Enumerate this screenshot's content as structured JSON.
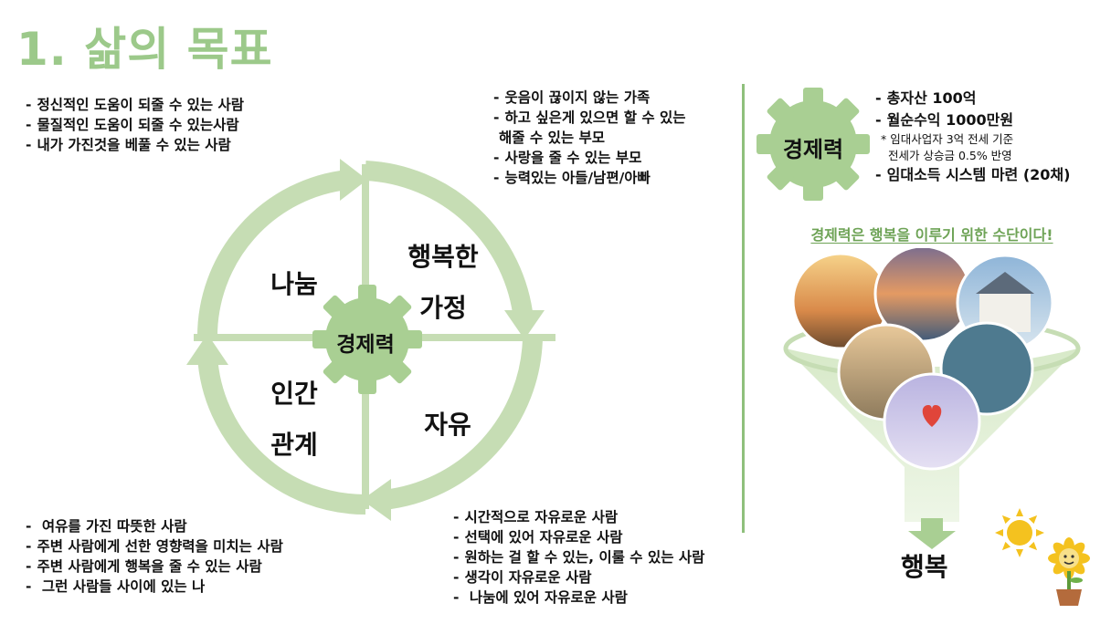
{
  "title": "1. 삶의 목표",
  "center_gear": "경제력",
  "quadrants": {
    "top_left": "나눔",
    "top_right": [
      "행복한",
      "가정"
    ],
    "bottom_left": [
      "인간",
      "관계"
    ],
    "bottom_right": "자유"
  },
  "lists": {
    "sharing": [
      "정신적인 도움이 되줄 수 있는 사람",
      "물질적인 도움이 되줄 수 있는사람",
      "내가 가진것을 베풀 수 있는 사람"
    ],
    "family": [
      "웃음이 끊이지 않는 가족",
      "하고 싶은게 있으면 할 수 있는",
      "해줄 수 있는 부모",
      "사랑을 줄 수 있는 부모",
      "능력있는 아들/남편/아빠"
    ],
    "relations": [
      " 여유를 가진  따뜻한 사람",
      "주변 사람에게 선한 영향력을 미치는 사람",
      "주변 사람에게 행복을 줄 수 있는 사람",
      " 그런 사람들 사이에 있는 나"
    ],
    "freedom": [
      "시간적으로 자유로운 사람",
      "선택에 있어 자유로운 사람",
      "원하는 걸 할 수 있는, 이룰 수 있는 사람",
      "생각이 자유로운 사람",
      " 나눔에 있어 자유로운 사람"
    ]
  },
  "dash": "-",
  "economy": {
    "gear_label": "경제력",
    "goals": [
      "총자산 100억",
      "월순수익 1000만원"
    ],
    "note_lines": [
      "* 임대사업자 3억 전세 기준",
      "전세가 상승금 0.5% 반영"
    ],
    "goal_last": "임대소득 시스템 마련 (20채)"
  },
  "slogan": "경제력은 행복을 이루기 위한 수단이다!",
  "result": "행복",
  "colors": {
    "green_light": "#c9e0b8",
    "green_mid": "#a9cf93",
    "green_title": "#9cc98a",
    "green_dark": "#6ea356",
    "arrow": "#c6ddb4"
  }
}
